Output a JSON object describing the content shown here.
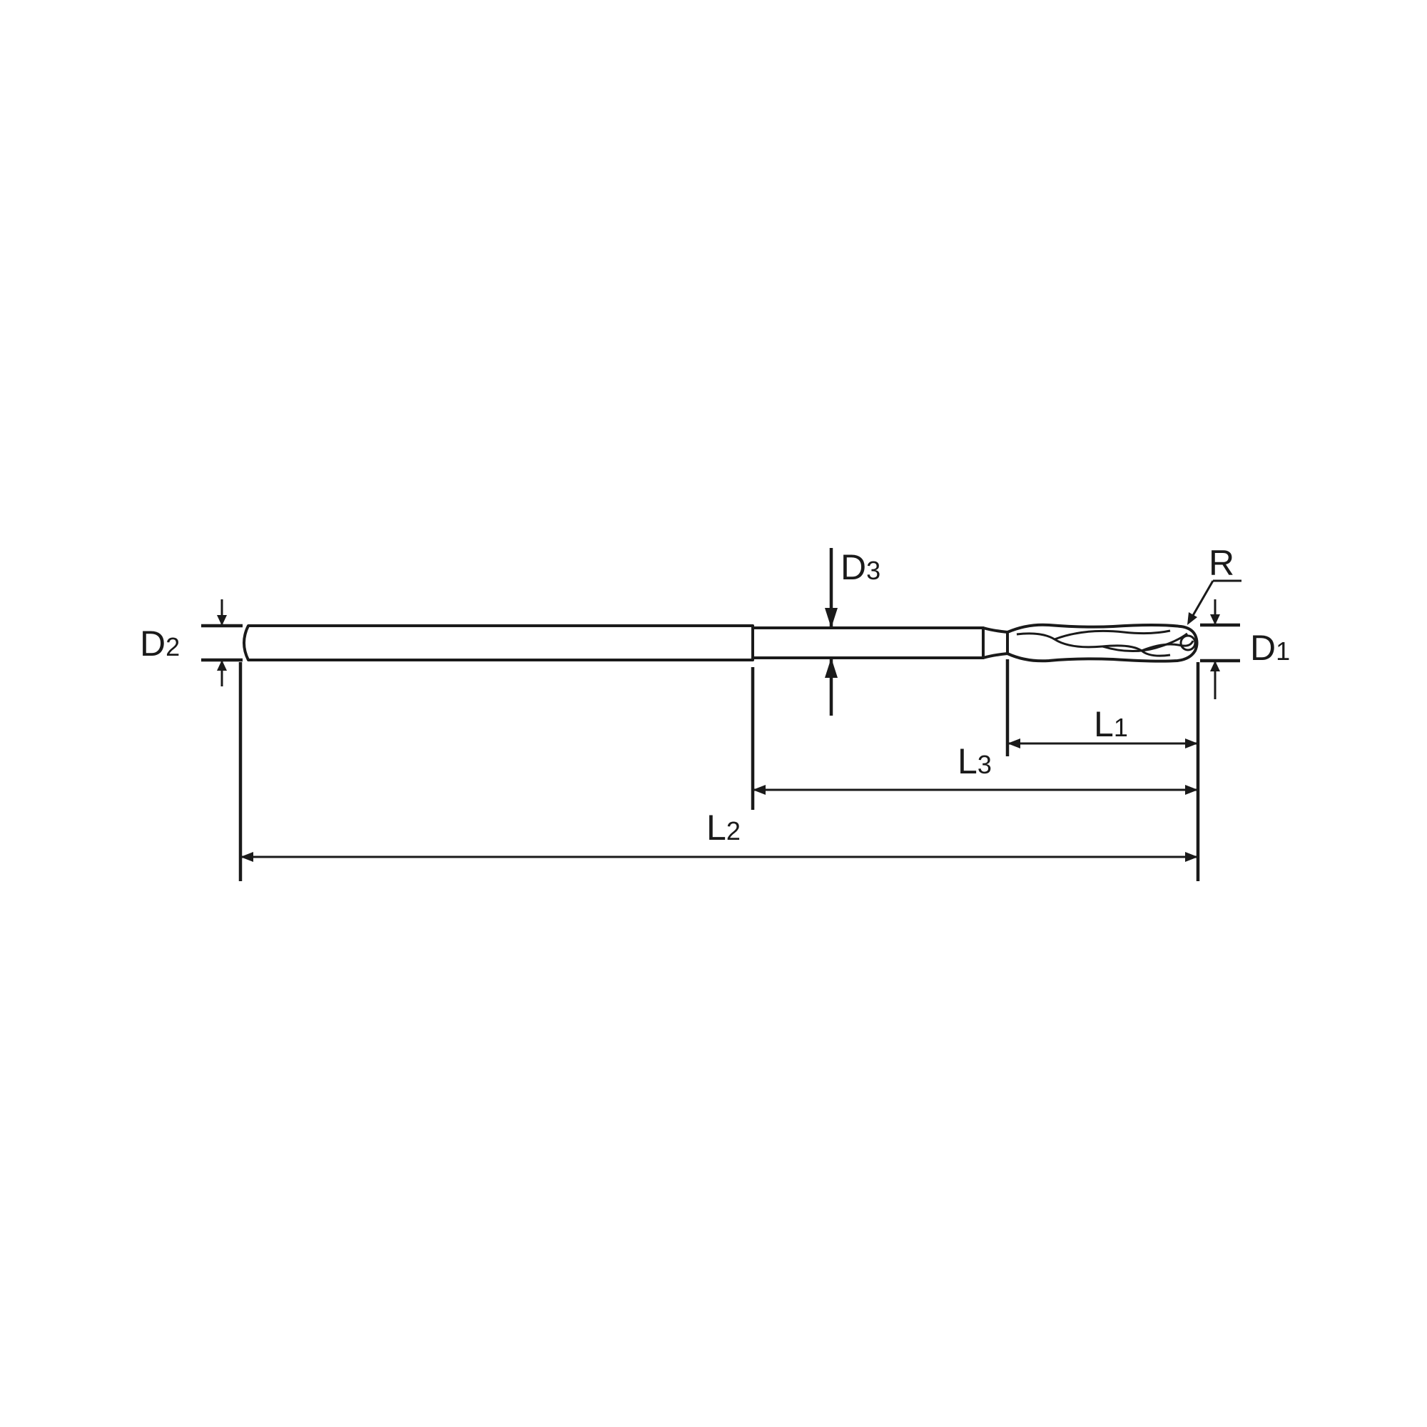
{
  "labels": {
    "D1": {
      "main": "D",
      "sub": "1"
    },
    "D2": {
      "main": "D",
      "sub": "2"
    },
    "D3": {
      "main": "D",
      "sub": "3"
    },
    "L1": {
      "main": "L",
      "sub": "1"
    },
    "L2": {
      "main": "L",
      "sub": "2"
    },
    "L3": {
      "main": "L",
      "sub": "3"
    },
    "R": {
      "main": "R"
    }
  },
  "colors": {
    "line": "#1a1a1a",
    "background": "#ffffff"
  }
}
